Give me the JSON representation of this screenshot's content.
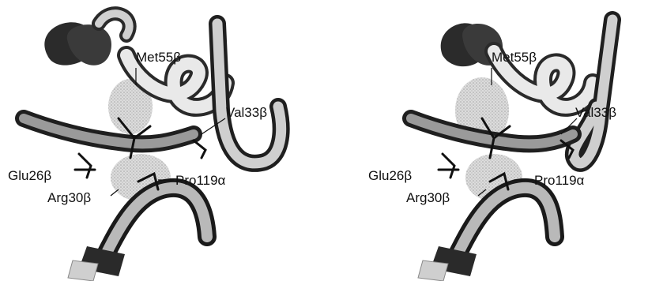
{
  "figure": {
    "left_panel": {
      "labels": {
        "met55b": "Met55β",
        "val33b": "Val33β",
        "glu26b": "Glu26β",
        "pro119a": "Pro119α",
        "arg30b": "Arg30β"
      }
    },
    "right_panel": {
      "labels": {
        "met55b": "Met55β",
        "val33b": "Val33β",
        "glu26b": "Glu26β",
        "pro119a": "Pro119α",
        "arg30b": "Arg30β"
      }
    }
  }
}
